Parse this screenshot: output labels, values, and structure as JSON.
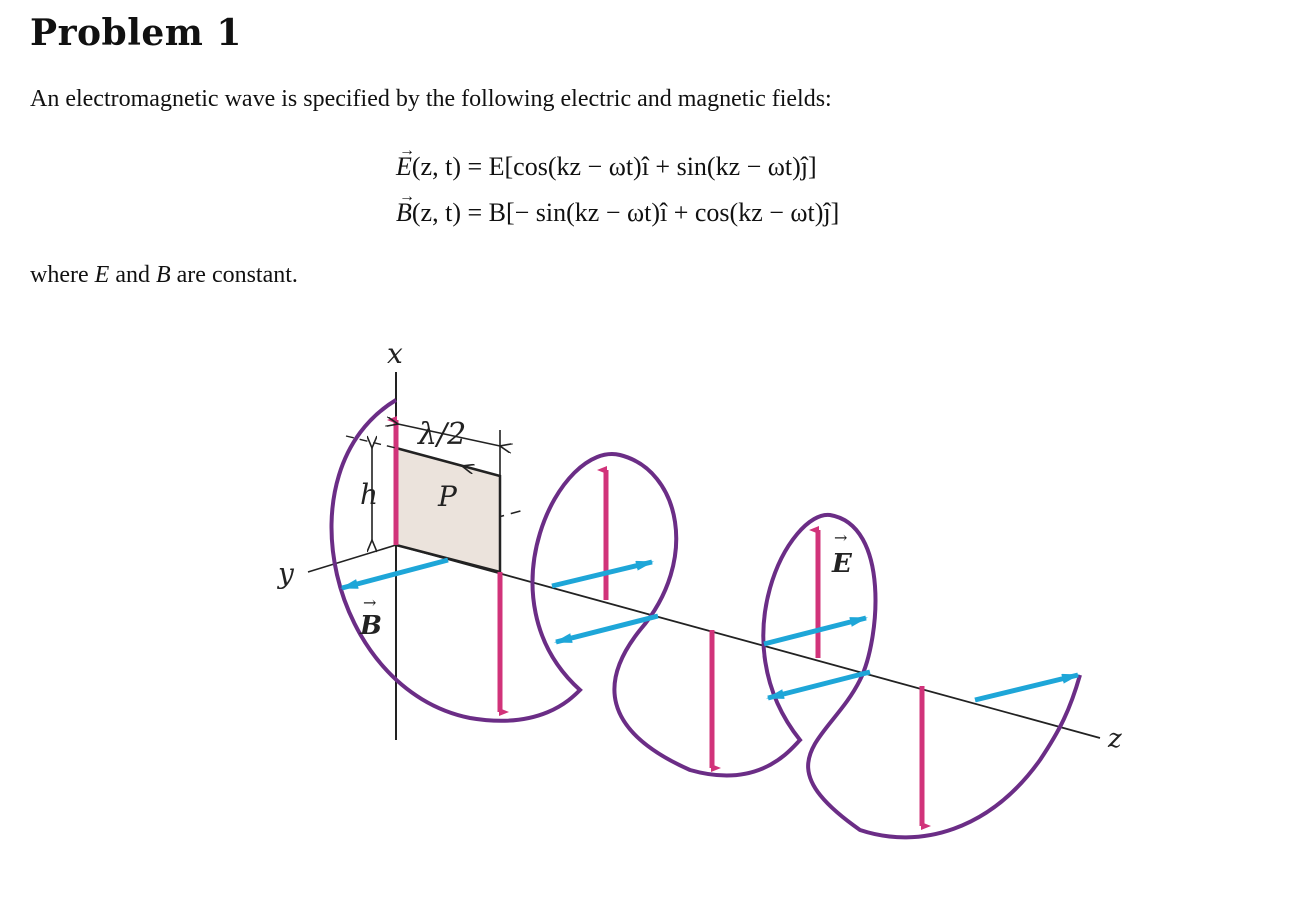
{
  "problem": {
    "title": "Problem 1",
    "intro": "An electromagnetic wave is specified by the following electric and magnetic fields:",
    "equations": {
      "e_field": {
        "symbol": "E",
        "lhs_args": "(z, t) = ",
        "rhs": "E[cos(kz − ωt)î + sin(kz − ωt)ĵ]"
      },
      "b_field": {
        "symbol": "B",
        "lhs_args": "(z, t) = ",
        "rhs": "B[− sin(kz − ωt)î + cos(kz − ωt)ĵ]"
      }
    },
    "where": {
      "w1": "where ",
      "v1": "E",
      "w2": " and ",
      "v2": "B",
      "w3": " are constant."
    }
  },
  "figure": {
    "labels": {
      "x_axis": "x",
      "y_axis": "y",
      "z_axis": "z",
      "lambda": "λ/2",
      "h": "h",
      "p": "P",
      "e_vec": "E",
      "b_vec": "B"
    },
    "colors": {
      "e_field": "#d1337a",
      "b_field": "#1ea6d8",
      "helix": "#6b2d86",
      "rectangle_fill": "#ebe3dc",
      "axis": "#222222"
    }
  }
}
